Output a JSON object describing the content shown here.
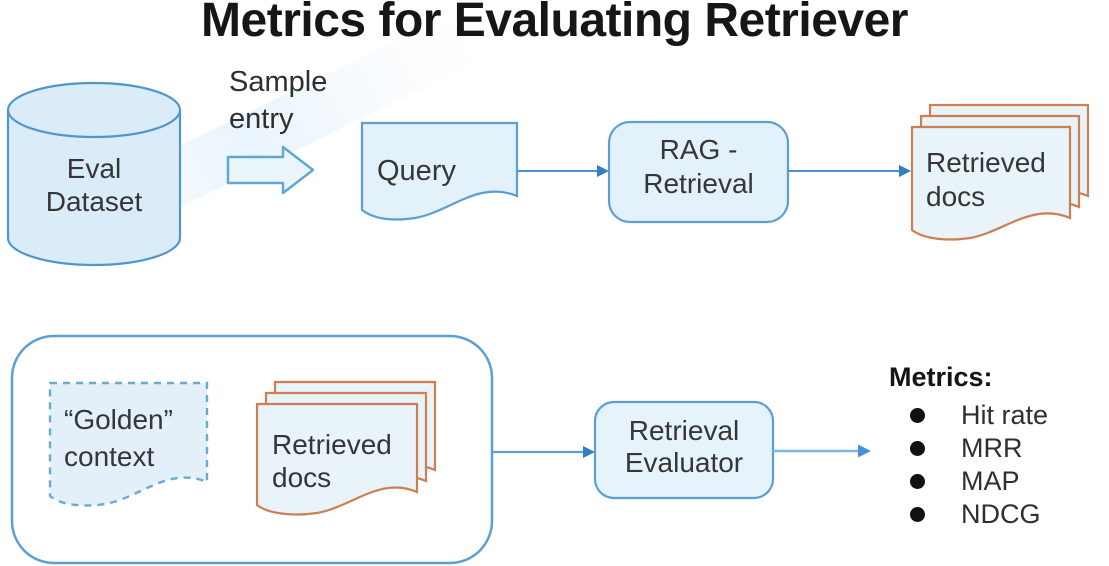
{
  "title": "Metrics for Evaluating Retriever",
  "diagram": {
    "top_flow": {
      "eval_dataset": {
        "line1": "Eval",
        "line2": "Dataset"
      },
      "sample_entry": {
        "line1": "Sample",
        "line2": "entry"
      },
      "query": {
        "label": "Query"
      },
      "rag_retrieval": {
        "line1": "RAG -",
        "line2": "Retrieval"
      },
      "retrieved_docs": {
        "line1": "Retrieved",
        "line2": "docs"
      }
    },
    "bottom_flow": {
      "golden_context": {
        "line1": "“Golden”",
        "line2": "context"
      },
      "retrieved_docs": {
        "line1": "Retrieved",
        "line2": "docs"
      },
      "retrieval_evaluator": {
        "line1": "Retrieval",
        "line2": "Evaluator"
      },
      "metrics": {
        "heading": "Metrics:",
        "items": [
          "Hit rate",
          "MRR",
          "MAP",
          "NDCG"
        ]
      }
    }
  },
  "colors": {
    "node_fill": "#e3f1fb",
    "cylinder_fill": "#daecf8",
    "doc_fill": "#e9f3fa",
    "node_border_blue": "#5b9fd4",
    "dashed_border_blue": "#6aa9d0",
    "doc_border_orange": "#cc7f52",
    "arrow_blue": "#4a90d9",
    "arrow_light_blue": "#7ab7e8",
    "label_text": "#363636",
    "title_text": "#161616"
  }
}
